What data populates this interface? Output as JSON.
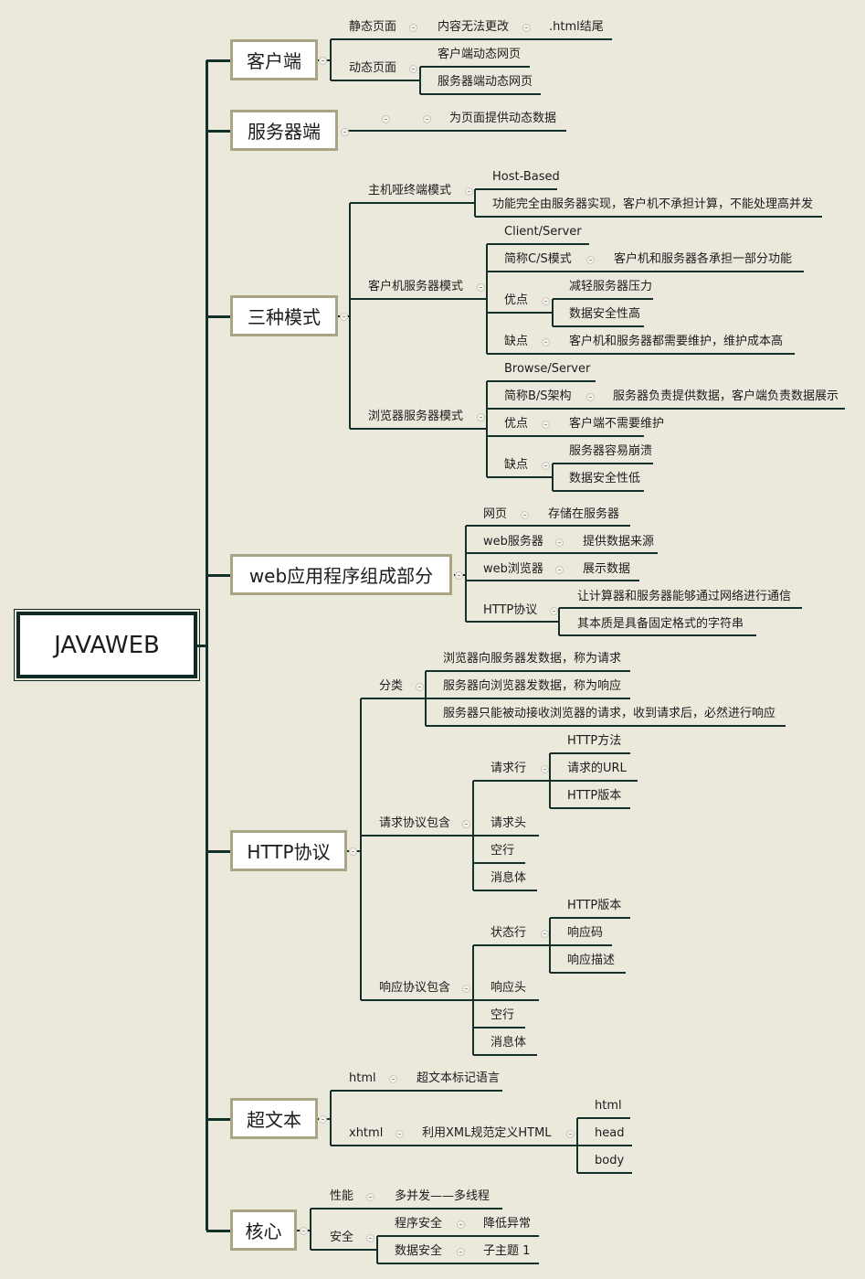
{
  "root": "JAVAWEB",
  "client": {
    "label": "客户端",
    "static": "静态页面",
    "static_desc": "内容无法更改",
    "static_ext": ".html结尾",
    "dynamic": "动态页面",
    "dyn_client": "客户端动态网页",
    "dyn_server": "服务器端动态网页"
  },
  "server": {
    "label": "服务器端",
    "desc": "为页面提供动态数据"
  },
  "modes": {
    "label": "三种模式",
    "host": {
      "label": "主机哑终端模式",
      "name": "Host-Based",
      "desc": "功能完全由服务器实现，客户机不承担计算，不能处理高并发"
    },
    "cs": {
      "label": "客户机服务器模式",
      "name": "Client/Server",
      "abbr": "简称C/S模式",
      "abbr_desc": "客户机和服务器各承担一部分功能",
      "pros": "优点",
      "pro1": "减轻服务器压力",
      "pro2": "数据安全性高",
      "cons": "缺点",
      "con1": "客户机和服务器都需要维护，维护成本高"
    },
    "bs": {
      "label": "浏览器服务器模式",
      "name": "Browse/Server",
      "abbr": "简称B/S架构",
      "abbr_desc": "服务器负责提供数据，客户端负责数据展示",
      "pros": "优点",
      "pro1": "客户端不需要维护",
      "cons": "缺点",
      "con1": "服务器容易崩溃",
      "con2": "数据安全性低"
    }
  },
  "webapp": {
    "label": "web应用程序组成部分",
    "page": "网页",
    "page_desc": "存储在服务器",
    "wserver": "web服务器",
    "wserver_desc": "提供数据来源",
    "wbrowser": "web浏览器",
    "wbrowser_desc": "展示数据",
    "http": "HTTP协议",
    "http1": "让计算器和服务器能够通过网络进行通信",
    "http2": "其本质是具备固定格式的字符串"
  },
  "http": {
    "label": "HTTP协议",
    "cat": {
      "label": "分类",
      "c1": "浏览器向服务器发数据，称为请求",
      "c2": "服务器向浏览器发数据，称为响应",
      "c3": "服务器只能被动接收浏览器的请求，收到请求后，必然进行响应"
    },
    "req": {
      "label": "请求协议包含",
      "line": "请求行",
      "l1": "HTTP方法",
      "l2": "请求的URL",
      "l3": "HTTP版本",
      "head": "请求头",
      "blank": "空行",
      "body": "消息体"
    },
    "resp": {
      "label": "响应协议包含",
      "line": "状态行",
      "l1": "HTTP版本",
      "l2": "响应码",
      "l3": "响应描述",
      "head": "响应头",
      "blank": "空行",
      "body": "消息体"
    }
  },
  "hyper": {
    "label": "超文本",
    "html": "html",
    "html_desc": "超文本标记语言",
    "xhtml": "xhtml",
    "xhtml_desc": "利用XML规范定义HTML",
    "c1": "html",
    "c2": "head",
    "c3": "body"
  },
  "core": {
    "label": "核心",
    "perf": "性能",
    "perf_desc": "多并发——多线程",
    "sec": "安全",
    "sec1": "程序安全",
    "sec1_desc": "降低异常",
    "sec2": "数据安全",
    "sec2_desc": "子主题 1"
  }
}
